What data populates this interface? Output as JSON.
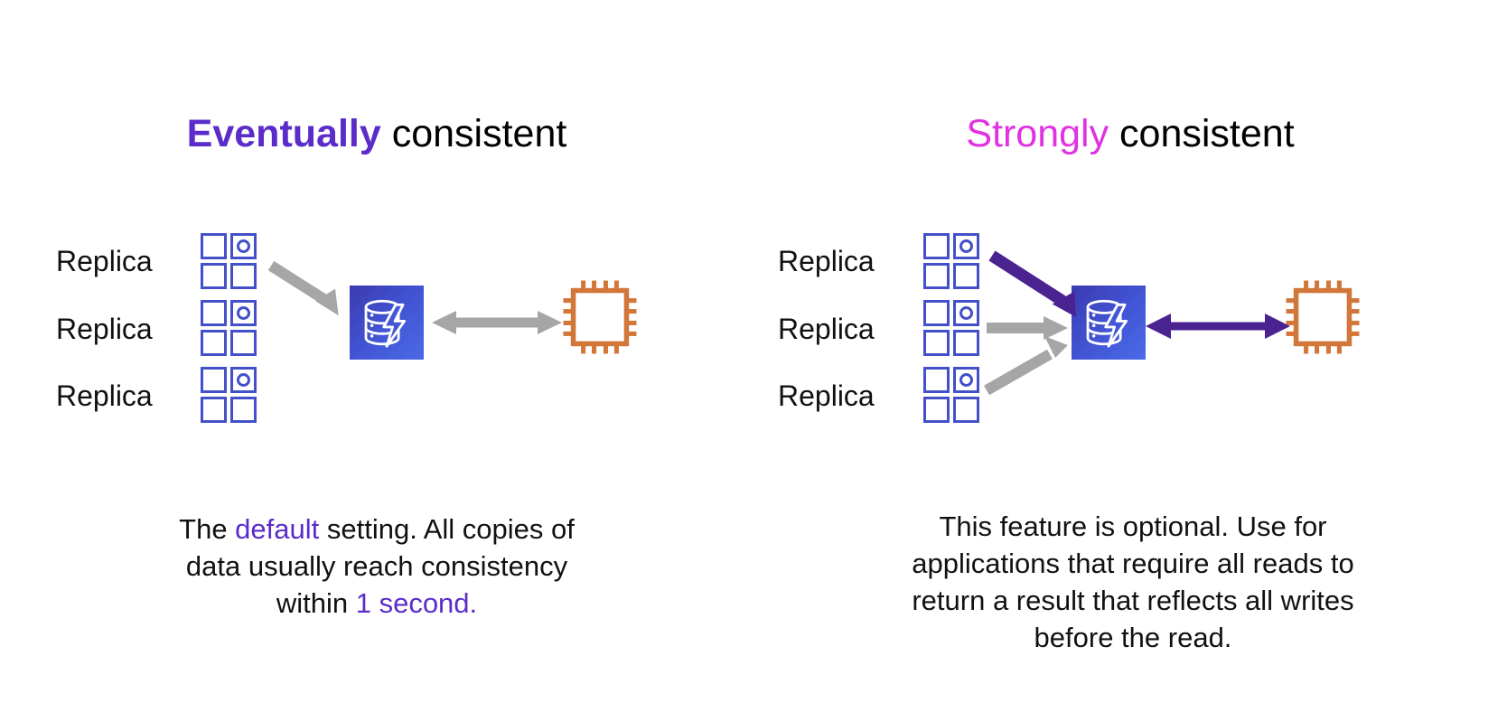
{
  "slide": {
    "background": "#ffffff",
    "colors": {
      "purple": "#5b2cc9",
      "magenta": "#e132e1",
      "arrow_gray": "#a6a6a6",
      "arrow_purple": "#4b2391",
      "replica_blue": "#4450c8",
      "chip_orange": "#d2763a",
      "db_blue": "#4256d6"
    }
  },
  "left_panel": {
    "title": {
      "accent": "Eventually",
      "accent_style": "bold",
      "rest": " consistent"
    },
    "replicas": [
      {
        "label": "Replica",
        "icon": "replica-grid-icon"
      },
      {
        "label": "Replica",
        "icon": "replica-grid-icon"
      },
      {
        "label": "Replica",
        "icon": "replica-grid-icon"
      }
    ],
    "database": {
      "icon": "dynamodb-database-icon"
    },
    "compute": {
      "icon": "cpu-chip-icon"
    },
    "arrows": [
      {
        "name": "replica-to-database-arrow",
        "color": "#a6a6a6",
        "heads": "single"
      },
      {
        "name": "database-compute-bidirectional-arrow",
        "color": "#a6a6a6",
        "heads": "double"
      }
    ],
    "caption": {
      "line1_pre": "The ",
      "line1_hl": "default",
      "line1_post": " setting. All copies of",
      "line2": "data usually reach consistency",
      "line3_pre": "within ",
      "line3_hl": "1 second.",
      "full_text": "The default setting. All copies of data usually reach consistency within 1 second."
    }
  },
  "right_panel": {
    "title": {
      "accent": "Strongly",
      "accent_style": "regular",
      "rest": " consistent"
    },
    "replicas": [
      {
        "label": "Replica",
        "icon": "replica-grid-icon"
      },
      {
        "label": "Replica",
        "icon": "replica-grid-icon"
      },
      {
        "label": "Replica",
        "icon": "replica-grid-icon"
      }
    ],
    "database": {
      "icon": "dynamodb-database-icon"
    },
    "compute": {
      "icon": "cpu-chip-icon"
    },
    "arrows": [
      {
        "name": "replica1-to-database-arrow",
        "color": "#4b2391",
        "heads": "single"
      },
      {
        "name": "replica2-to-database-arrow",
        "color": "#a6a6a6",
        "heads": "single"
      },
      {
        "name": "replica3-to-database-arrow",
        "color": "#a6a6a6",
        "heads": "single"
      },
      {
        "name": "database-compute-bidirectional-arrow",
        "color": "#4b2391",
        "heads": "double"
      }
    ],
    "caption": {
      "line1": "This feature is optional. Use for",
      "line2": "applications that require all reads to",
      "line3": "return a result that reflects all writes",
      "line4": "before the read.",
      "full_text": "This feature is optional. Use for applications that require all reads to return a result that reflects all writes before the read."
    }
  }
}
